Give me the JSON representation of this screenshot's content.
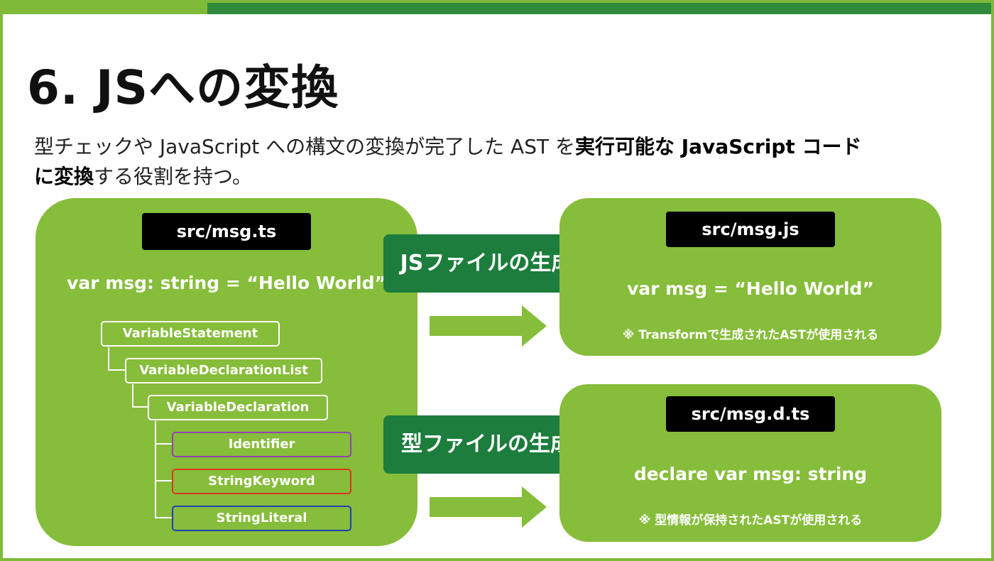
{
  "slide": {
    "title": "6. JSへの変換",
    "description": {
      "part1": "型チェックや JavaScript への構文の変換が完了した AST を",
      "bold1": "実行可能な JavaScript コード",
      "bold2": "に変換",
      "part2": "する役割を持つ。"
    }
  },
  "source": {
    "filename": "src/msg.ts",
    "code": "var msg: string = “Hello World”",
    "ast": {
      "variable_statement": "VariableStatement",
      "variable_declaration_list": "VariableDeclarationList",
      "variable_declaration": "VariableDeclaration",
      "identifier": "Identifier",
      "string_keyword": "StringKeyword",
      "string_literal": "StringLiteral"
    }
  },
  "transform_js": {
    "label": "JSファイルの生成"
  },
  "transform_dts": {
    "label": "型ファイルの生成"
  },
  "output_js": {
    "filename": "src/msg.js",
    "code": "var msg = “Hello World”",
    "note": "※ Transformで生成されたASTが使用される"
  },
  "output_dts": {
    "filename": "src/msg.d.ts",
    "code": "declare var msg: string",
    "note": "※ 型情報が保持されたASTが使用される"
  },
  "colors": {
    "panel_green": "#86bd3a",
    "label_dark_green": "#1c7d3d",
    "identifier_border": "#8e44ad",
    "string_keyword_border": "#d9381e",
    "string_literal_border": "#1f3fb5"
  }
}
